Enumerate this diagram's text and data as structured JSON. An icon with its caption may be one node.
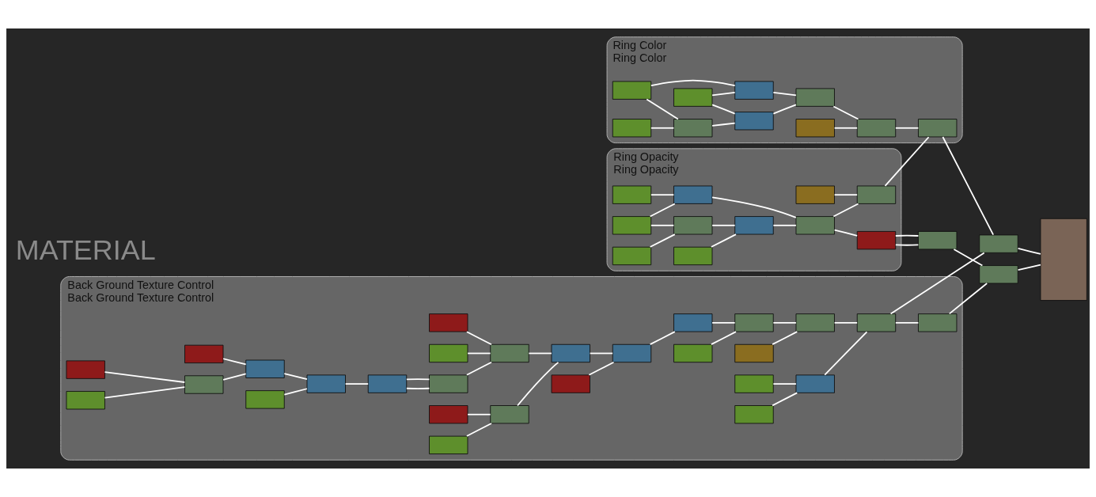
{
  "diagram": {
    "nodes": [
      {
        "text": [
          "Ring Color",
          "Ring Color"
        ]
      },
      {
        "text": [],
        "shape": "box",
        "in": 0
      },
      {
        "text": [],
        "shape": "box",
        "in": 0
      },
      {
        "text": [],
        "shape": "box",
        "in": 0
      },
      {
        "text": [],
        "shape": "box",
        "in": 0
      },
      {
        "text": [],
        "shape": "box",
        "in": 0
      },
      {
        "text": [],
        "shape": "box",
        "in": 0
      },
      {
        "text": [],
        "shape": "box",
        "in": 0
      },
      {
        "text": [],
        "shape": "box",
        "in": 0
      },
      {
        "text": [],
        "shape": "box",
        "in": 0
      },
      {
        "text": [],
        "shape": "box",
        "in": 0
      },
      {
        "text": [
          "Ring Opacity",
          "Ring Opacity"
        ]
      },
      {
        "text": [],
        "shape": "box",
        "in": 11
      },
      {
        "text": [],
        "shape": "box",
        "in": 11
      },
      {
        "text": [],
        "shape": "box",
        "in": 11
      },
      {
        "text": [],
        "shape": "box",
        "in": 11
      },
      {
        "text": [],
        "shape": "box",
        "in": 11
      },
      {
        "text": [],
        "shape": "box",
        "in": 11
      },
      {
        "text": [],
        "shape": "box",
        "in": 11
      },
      {
        "text": [],
        "shape": "box",
        "in": 11
      },
      {
        "text": [],
        "shape": "box",
        "in": 11
      },
      {
        "text": [],
        "shape": "box",
        "in": 11
      },
      {
        "text": [],
        "shape": "box",
        "in": 11
      },
      {
        "text": [],
        "shape": "box"
      },
      {
        "text": [],
        "shape": "box"
      },
      {
        "text": [],
        "shape": "box"
      },
      {
        "text": [],
        "shape": "box"
      },
      {
        "text": [
          "Back Ground Texture Control",
          "Back Ground Texture Control"
        ]
      },
      {
        "text": [],
        "shape": "box",
        "in": 27
      },
      {
        "text": [],
        "shape": "box",
        "in": 27
      },
      {
        "text": [],
        "shape": "box",
        "in": 27
      },
      {
        "text": [],
        "shape": "box",
        "in": 27
      },
      {
        "text": [],
        "shape": "box",
        "in": 27
      },
      {
        "text": [],
        "shape": "box",
        "in": 27
      },
      {
        "text": [],
        "shape": "box",
        "in": 27
      },
      {
        "text": [],
        "shape": "box",
        "in": 27
      },
      {
        "text": [],
        "shape": "box",
        "in": 27
      },
      {
        "text": [],
        "shape": "box",
        "in": 27
      },
      {
        "text": [],
        "shape": "box",
        "in": 27
      },
      {
        "text": [],
        "shape": "box",
        "in": 27
      },
      {
        "text": [],
        "shape": "box",
        "in": 27
      },
      {
        "text": [],
        "shape": "box",
        "in": 27
      },
      {
        "text": [],
        "shape": "box",
        "in": 27
      },
      {
        "text": [],
        "shape": "box",
        "in": 27
      },
      {
        "text": [],
        "shape": "box",
        "in": 27
      },
      {
        "text": [],
        "shape": "box",
        "in": 27
      },
      {
        "text": [],
        "shape": "box",
        "in": 27
      },
      {
        "text": [],
        "shape": "box",
        "in": 27
      },
      {
        "text": [],
        "shape": "box",
        "in": 27
      },
      {
        "text": [],
        "shape": "box",
        "in": 27
      },
      {
        "text": [],
        "shape": "box",
        "in": 27
      },
      {
        "text": [],
        "shape": "box",
        "in": 27
      },
      {
        "text": [],
        "shape": "box",
        "in": 27
      },
      {
        "text": [],
        "shape": "box",
        "in": 27
      },
      {
        "text": [],
        "shape": "box",
        "in": 27
      },
      {
        "text": [],
        "shape": "box",
        "in": 27
      }
    ],
    "edges": [
      {
        "from": 1,
        "to": 3,
        "arrow": "none"
      },
      {
        "from": 2,
        "to": 3,
        "arrow": "none"
      },
      {
        "from": 1,
        "to": 5,
        "arrow": "none"
      },
      {
        "from": 4,
        "to": 5,
        "arrow": "none"
      },
      {
        "from": 3,
        "to": 6,
        "arrow": "none"
      },
      {
        "from": 4,
        "to": 6,
        "arrow": "none"
      },
      {
        "from": 5,
        "to": 7,
        "arrow": "none"
      },
      {
        "from": 6,
        "to": 7,
        "arrow": "none"
      },
      {
        "from": 7,
        "to": 9,
        "arrow": "none"
      },
      {
        "from": 8,
        "to": 9,
        "arrow": "none"
      },
      {
        "from": 9,
        "to": 10,
        "arrow": "none"
      },
      {
        "from": 21,
        "to": 10,
        "arrow": "none"
      },
      {
        "from": 10,
        "to": 23,
        "arrow": "none"
      },
      {
        "from": 54,
        "to": 23,
        "arrow": "none"
      },
      {
        "from": 23,
        "to": 26,
        "arrow": "none"
      },
      {
        "from": 12,
        "to": 14,
        "arrow": "none"
      },
      {
        "from": 13,
        "to": 14,
        "arrow": "none"
      },
      {
        "from": 12,
        "to": 17,
        "arrow": "none"
      },
      {
        "from": 15,
        "to": 17,
        "arrow": "none"
      },
      {
        "from": 14,
        "to": 18,
        "arrow": "none"
      },
      {
        "from": 16,
        "to": 18,
        "arrow": "none"
      },
      {
        "from": 17,
        "to": 19,
        "arrow": "none"
      },
      {
        "from": 18,
        "to": 19,
        "arrow": "none"
      },
      {
        "from": 19,
        "to": 21,
        "arrow": "none"
      },
      {
        "from": 20,
        "to": 21,
        "arrow": "none"
      },
      {
        "from": 19,
        "to": 22,
        "arrow": "none"
      },
      {
        "from": 22,
        "to": 24,
        "arrow": "none"
      },
      {
        "from": 22,
        "to": 24,
        "arrow": "none"
      },
      {
        "from": 24,
        "to": 25,
        "arrow": "none"
      },
      {
        "from": 55,
        "to": 25,
        "arrow": "none"
      },
      {
        "from": 25,
        "to": 26,
        "arrow": "none"
      },
      {
        "from": 29,
        "to": 31,
        "arrow": "none"
      },
      {
        "from": 30,
        "to": 31,
        "arrow": "none"
      },
      {
        "from": 28,
        "to": 32,
        "arrow": "none"
      },
      {
        "from": 31,
        "to": 32,
        "arrow": "none"
      },
      {
        "from": 32,
        "to": 34,
        "arrow": "none"
      },
      {
        "from": 33,
        "to": 34,
        "arrow": "none"
      },
      {
        "from": 34,
        "to": 35,
        "arrow": "none"
      },
      {
        "from": 35,
        "to": 36,
        "arrow": "none"
      },
      {
        "from": 35,
        "to": 36,
        "arrow": "none"
      },
      {
        "from": 36,
        "to": 38,
        "arrow": "none"
      },
      {
        "from": 37,
        "to": 38,
        "arrow": "none"
      },
      {
        "from": 39,
        "to": 38,
        "arrow": "none"
      },
      {
        "from": 40,
        "to": 42,
        "arrow": "none"
      },
      {
        "from": 41,
        "to": 42,
        "arrow": "none"
      },
      {
        "from": 38,
        "to": 43,
        "arrow": "none"
      },
      {
        "from": 42,
        "to": 43,
        "arrow": "none"
      },
      {
        "from": 43,
        "to": 45,
        "arrow": "none"
      },
      {
        "from": 44,
        "to": 45,
        "arrow": "none"
      },
      {
        "from": 45,
        "to": 46,
        "arrow": "none"
      },
      {
        "from": 46,
        "to": 47,
        "arrow": "none"
      },
      {
        "from": 48,
        "to": 47,
        "arrow": "none"
      },
      {
        "from": 47,
        "to": 50,
        "arrow": "none"
      },
      {
        "from": 49,
        "to": 50,
        "arrow": "none"
      },
      {
        "from": 51,
        "to": 53,
        "arrow": "none"
      },
      {
        "from": 52,
        "to": 53,
        "arrow": "none"
      },
      {
        "from": 50,
        "to": 54,
        "arrow": "none"
      },
      {
        "from": 53,
        "to": 54,
        "arrow": "none"
      },
      {
        "from": 54,
        "to": 55,
        "arrow": "none"
      }
    ],
    "labels": [
      "MATERIAL"
    ]
  }
}
